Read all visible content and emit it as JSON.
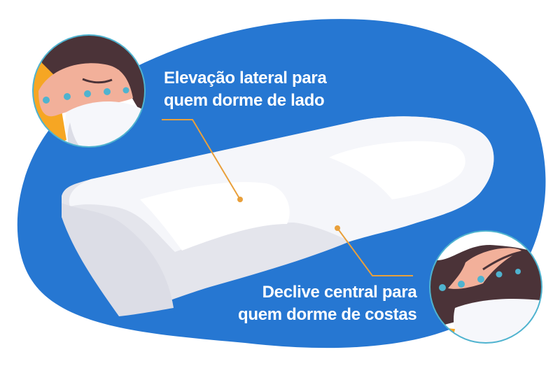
{
  "colors": {
    "background": "#ffffff",
    "blob": "#2677d2",
    "pillow": "#f3f4f8",
    "pillow_shadow": "#dcdde6",
    "leader": "#e9a03b",
    "dot": "#4fb3cf",
    "hair": "#4b3338",
    "skin": "#f2b09a",
    "orange": "#f6a623"
  },
  "callouts": {
    "side": {
      "line1": "Elevação lateral para",
      "line2": "quem dorme de lado"
    },
    "back": {
      "line1": "Declive central para",
      "line2": "quem dorme de costas"
    }
  },
  "illustrations": {
    "left_circle": "side-sleeper-icon",
    "right_circle": "back-sleeper-icon",
    "center": "cervical-pillow-icon"
  }
}
